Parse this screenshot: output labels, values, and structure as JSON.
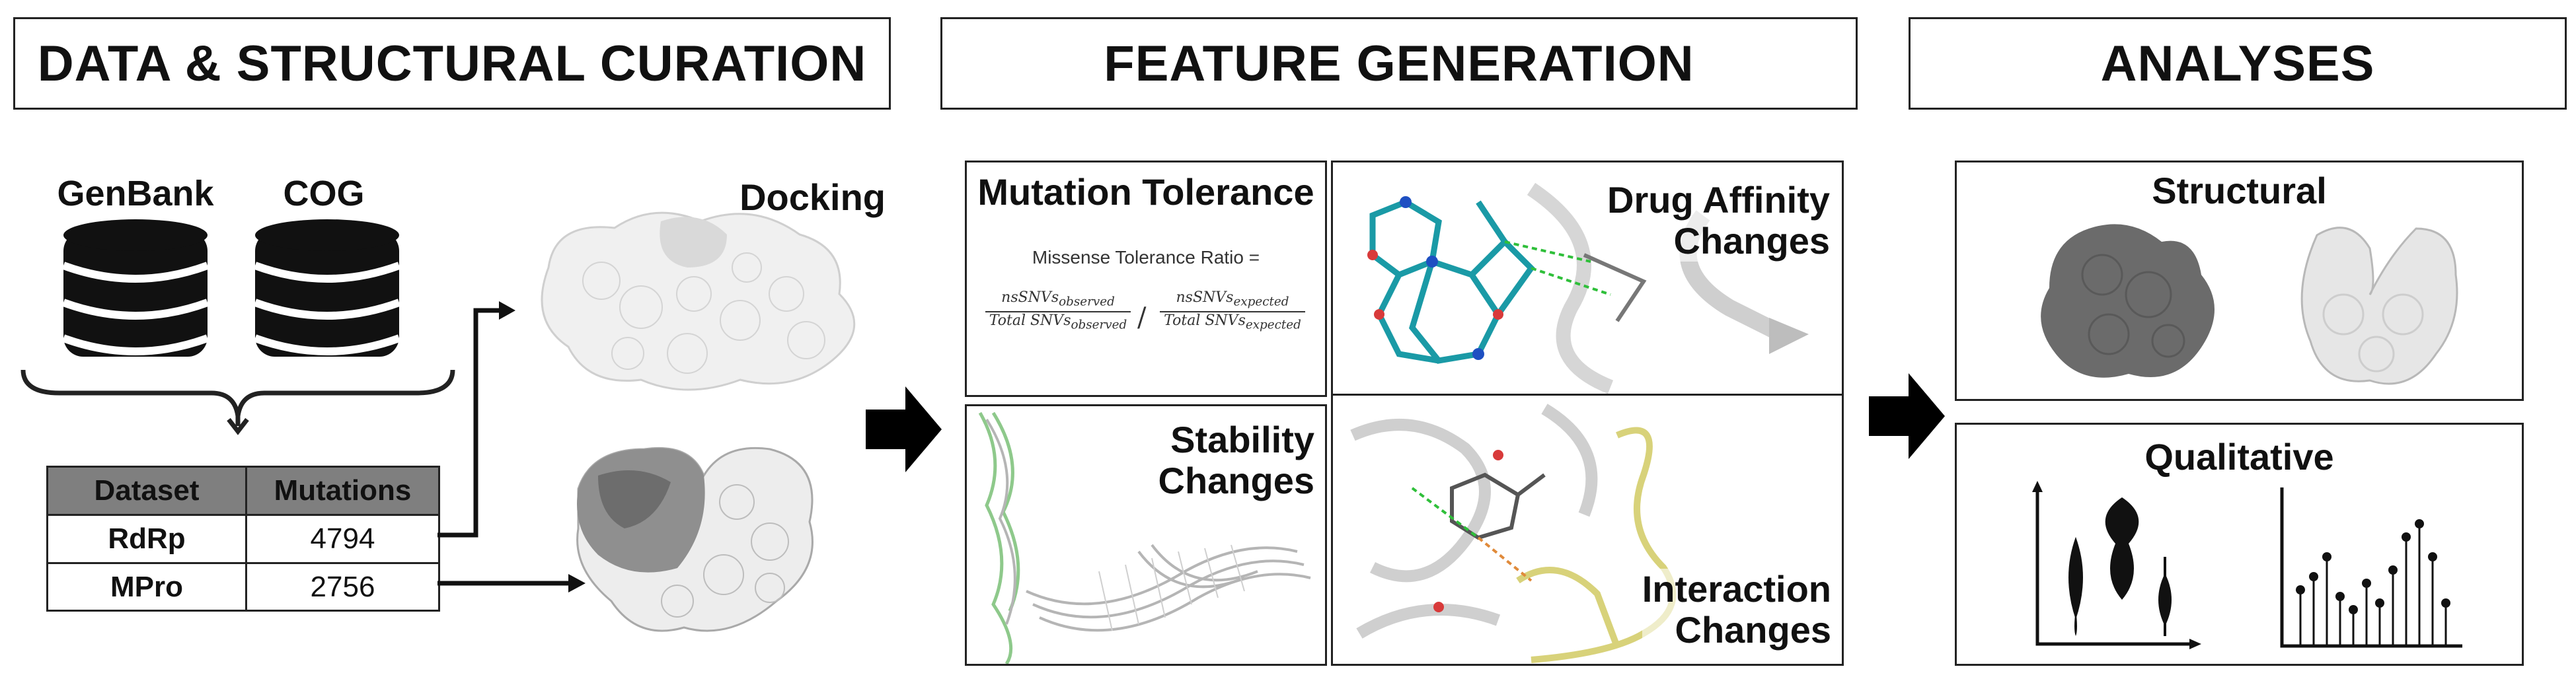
{
  "headers": {
    "curation": "DATA & STRUCTURAL CURATION",
    "features": "FEATURE GENERATION",
    "analyses": "ANALYSES"
  },
  "databases": [
    {
      "label": "GenBank"
    },
    {
      "label": "COG"
    }
  ],
  "docking_label": "Docking",
  "table": {
    "headers": [
      "Dataset",
      "Mutations"
    ],
    "rows": [
      {
        "dataset": "RdRp",
        "mutations": "4794"
      },
      {
        "dataset": "MPro",
        "mutations": "2756"
      }
    ]
  },
  "features": {
    "mutation_tolerance": {
      "title": "Mutation Tolerance",
      "formula_label": "Missense Tolerance Ratio =",
      "num1": "nsSNVs",
      "num1_sub": "observed",
      "den1": "Total SNVs",
      "den1_sub": "observed",
      "num2": "nsSNVs",
      "num2_sub": "expected",
      "den2": "Total SNVs",
      "den2_sub": "expected",
      "divider": "/"
    },
    "drug_affinity": {
      "line1": "Drug Affinity",
      "line2": "Changes"
    },
    "stability": {
      "line1": "Stability",
      "line2": "Changes"
    },
    "interaction": {
      "line1": "Interaction",
      "line2": "Changes"
    }
  },
  "analyses": {
    "structural": "Structural",
    "qualitative": "Qualitative"
  },
  "colors": {
    "border": "#222222",
    "table_header_bg": "#7f7f7f",
    "ligand_teal": "#1a9aa6",
    "helix_green": "#8ec98b",
    "residue_yellow": "#d8d27a",
    "dark_protein": "#6b6b6b",
    "light_protein": "#e6e6e6"
  }
}
